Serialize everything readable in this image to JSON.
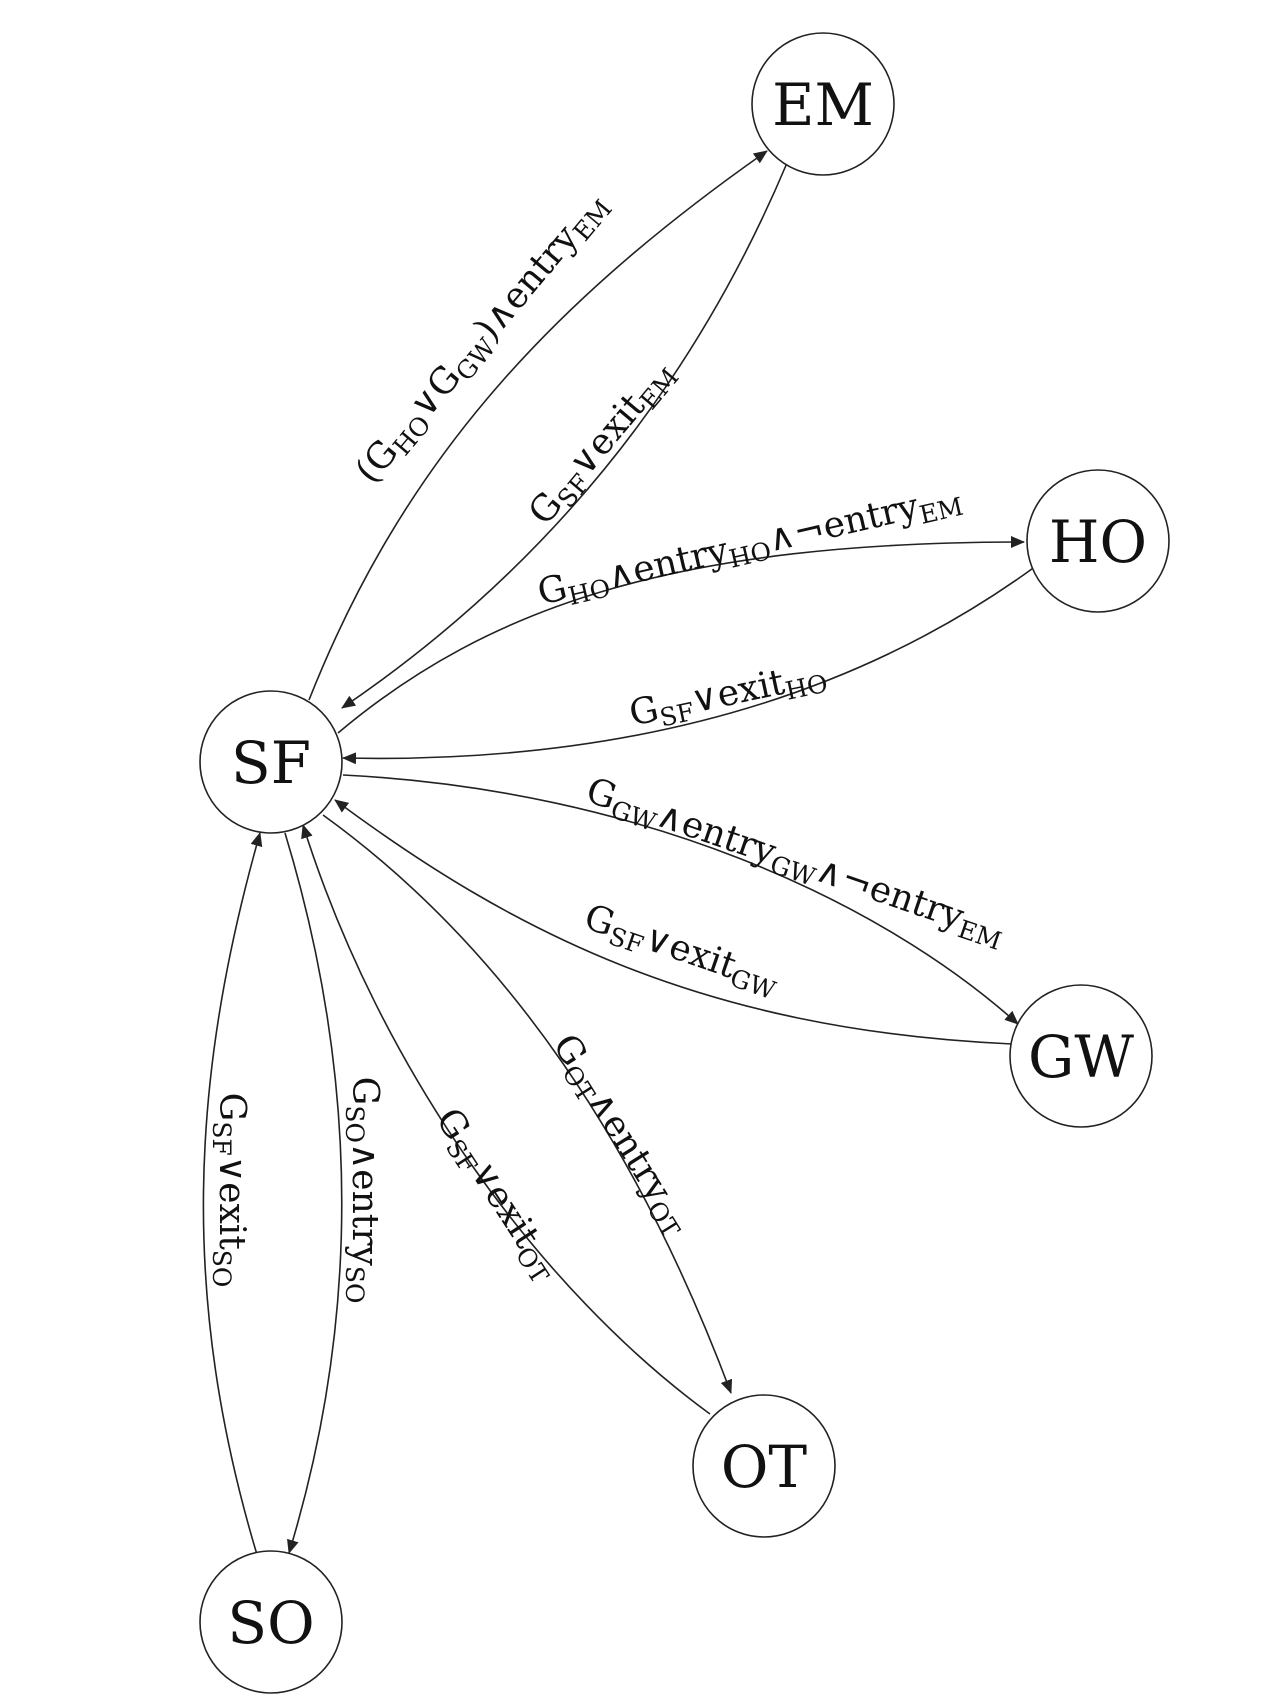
{
  "nodes": [
    {
      "id": "EM",
      "label": "EM"
    },
    {
      "id": "HO",
      "label": "HO"
    },
    {
      "id": "SF",
      "label": "SF"
    },
    {
      "id": "GW",
      "label": "GW"
    },
    {
      "id": "OT",
      "label": "OT"
    },
    {
      "id": "SO",
      "label": "SO"
    }
  ],
  "edges": [
    {
      "id": "sf-em",
      "from": "SF",
      "to": "EM",
      "label": [
        [
          "(G",
          ""
        ],
        [
          "HO",
          "s"
        ],
        [
          "∨G",
          ""
        ],
        [
          "GW",
          "s"
        ],
        [
          ")∧entry",
          ""
        ],
        [
          "EM",
          "s"
        ]
      ]
    },
    {
      "id": "em-sf",
      "from": "EM",
      "to": "SF",
      "label": [
        [
          "G",
          ""
        ],
        [
          "SF",
          "s"
        ],
        [
          "∨exit",
          ""
        ],
        [
          "EM",
          "s"
        ]
      ]
    },
    {
      "id": "sf-ho",
      "from": "SF",
      "to": "HO",
      "label": [
        [
          "G",
          ""
        ],
        [
          "HO",
          "s"
        ],
        [
          "∧entry",
          ""
        ],
        [
          "HO",
          "s"
        ],
        [
          "∧¬entry",
          ""
        ],
        [
          "EM",
          "s"
        ]
      ]
    },
    {
      "id": "ho-sf",
      "from": "HO",
      "to": "SF",
      "label": [
        [
          "G",
          ""
        ],
        [
          "SF",
          "s"
        ],
        [
          "∨exit",
          ""
        ],
        [
          "HO",
          "s"
        ]
      ]
    },
    {
      "id": "sf-gw",
      "from": "SF",
      "to": "GW",
      "label": [
        [
          "G",
          ""
        ],
        [
          "GW",
          "s"
        ],
        [
          "∧entry",
          ""
        ],
        [
          "GW",
          "s"
        ],
        [
          "∧¬entry",
          ""
        ],
        [
          "EM",
          "s"
        ]
      ]
    },
    {
      "id": "gw-sf",
      "from": "GW",
      "to": "SF",
      "label": [
        [
          "G",
          ""
        ],
        [
          "SF",
          "s"
        ],
        [
          "∨exit",
          ""
        ],
        [
          "GW",
          "s"
        ]
      ]
    },
    {
      "id": "sf-ot",
      "from": "SF",
      "to": "OT",
      "label": [
        [
          "G",
          ""
        ],
        [
          "OT",
          "s"
        ],
        [
          "∧entry",
          ""
        ],
        [
          "OT",
          "s"
        ]
      ]
    },
    {
      "id": "ot-sf",
      "from": "OT",
      "to": "SF",
      "label": [
        [
          "G",
          ""
        ],
        [
          "SF",
          "s"
        ],
        [
          "∨exit",
          ""
        ],
        [
          "OT",
          "s"
        ]
      ]
    },
    {
      "id": "sf-so",
      "from": "SF",
      "to": "SO",
      "label": [
        [
          "G",
          ""
        ],
        [
          "SO",
          "s"
        ],
        [
          "∧entry",
          ""
        ],
        [
          "SO",
          "s"
        ]
      ]
    },
    {
      "id": "so-sf",
      "from": "SO",
      "to": "SF",
      "label": [
        [
          "G",
          ""
        ],
        [
          "SF",
          "s"
        ],
        [
          "∨exit",
          ""
        ],
        [
          "SO",
          "s"
        ]
      ]
    }
  ]
}
